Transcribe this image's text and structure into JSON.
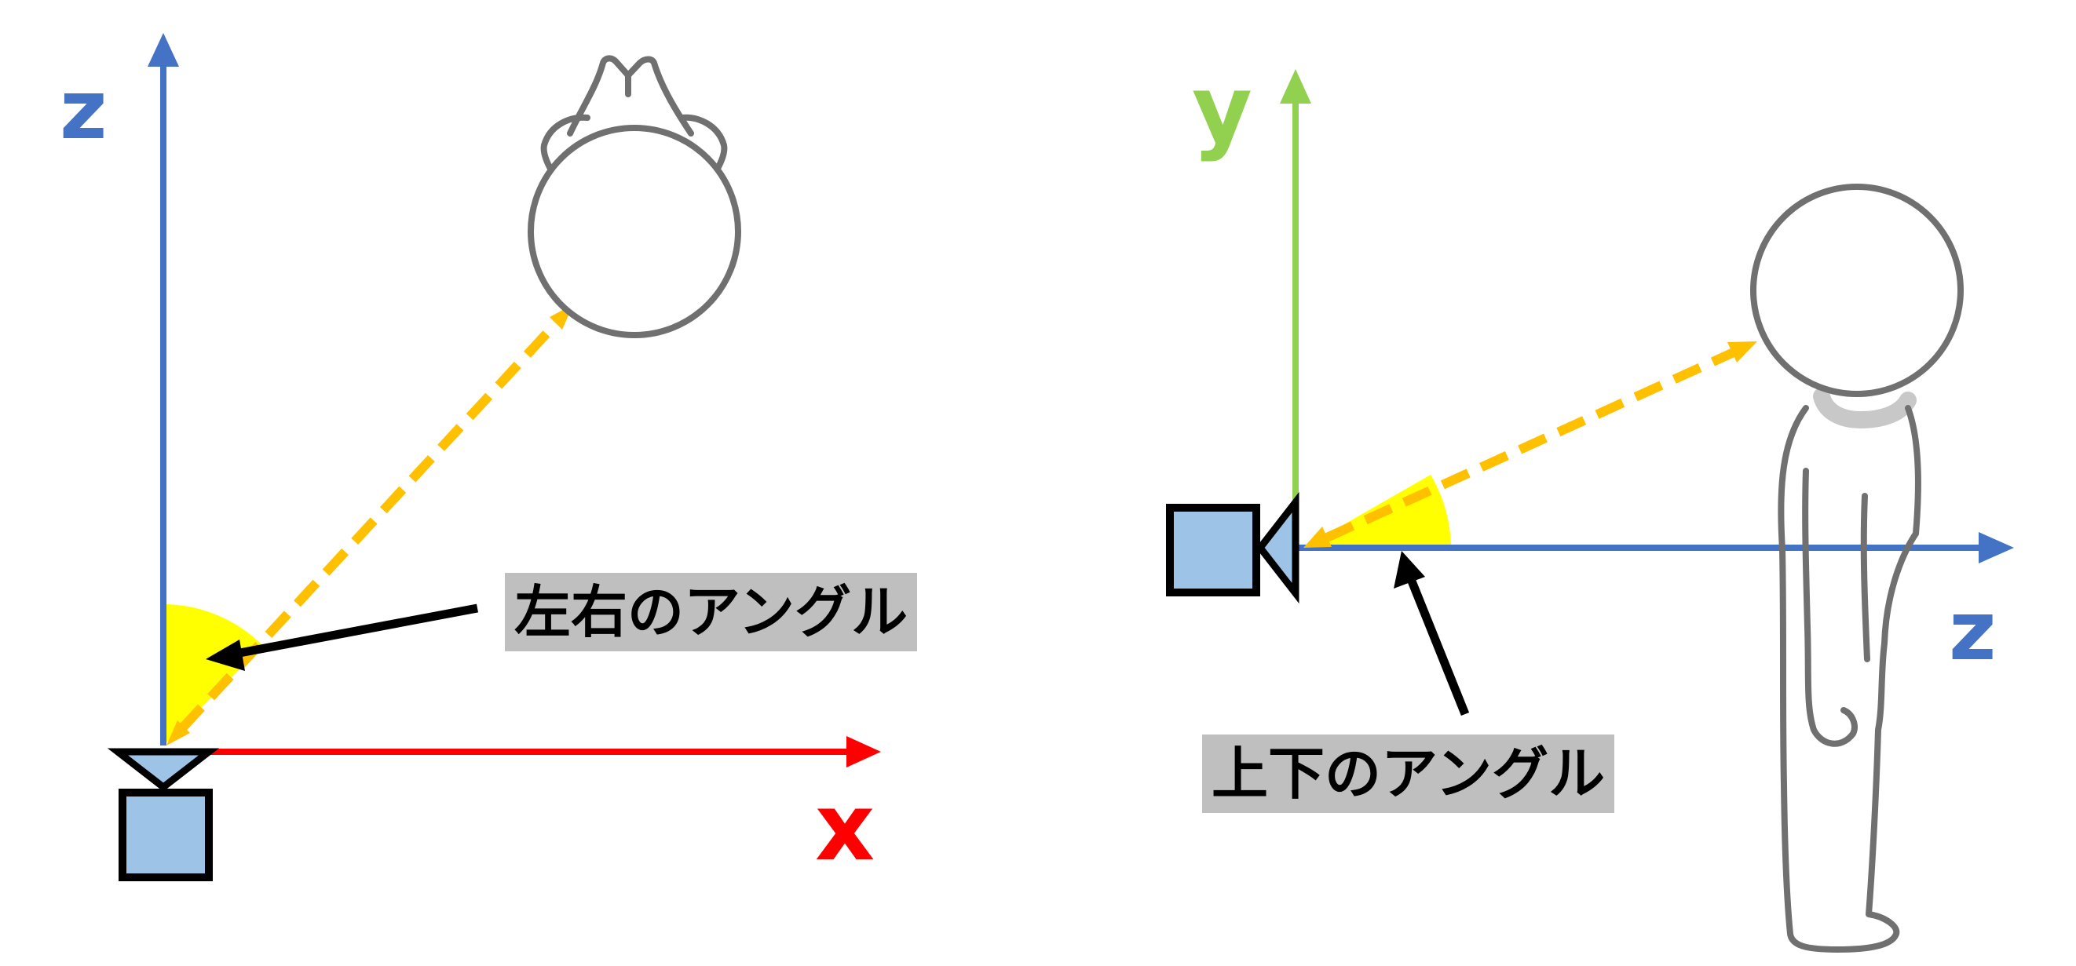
{
  "left_panel": {
    "vertical_axis_label": "z",
    "horizontal_axis_label": "x",
    "angle_label": "左右のアングル"
  },
  "right_panel": {
    "vertical_axis_label": "y",
    "horizontal_axis_label": "z",
    "angle_label": "上下のアングル"
  },
  "colors": {
    "axis_blue": "#4472c4",
    "axis_red": "#ff0000",
    "axis_green": "#92d050",
    "sight_line_orange": "#ffc000",
    "angle_wedge_yellow": "#ffff00",
    "camera_fill": "#9dc3e6",
    "figure_gray": "#707070",
    "label_box_gray": "#bfbfbf"
  },
  "icons": [
    "camera-icon",
    "person-top-view-icon",
    "person-side-view-icon"
  ]
}
